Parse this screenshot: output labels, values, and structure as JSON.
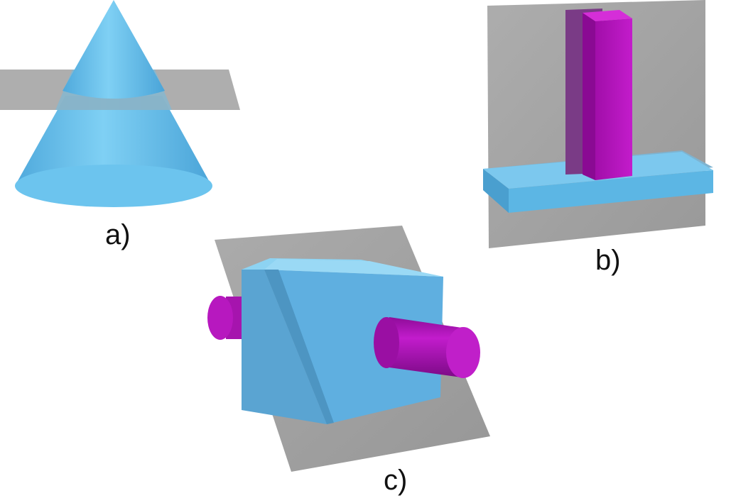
{
  "panels": [
    {
      "id": "a",
      "label": "a)",
      "shape": "cone cut by a horizontal plane"
    },
    {
      "id": "b",
      "label": "b)",
      "shape": "vertical bar standing on a slab against a vertical plane"
    },
    {
      "id": "c",
      "label": "c)",
      "shape": "cube pierced by a cylinder, cut by an oblique plane"
    }
  ],
  "colors": {
    "background": "#ffffff",
    "plane": "#9a9a9a",
    "solid_blue": "#5cb8e6",
    "solid_magenta": "#b010b8",
    "label": "#111111"
  }
}
